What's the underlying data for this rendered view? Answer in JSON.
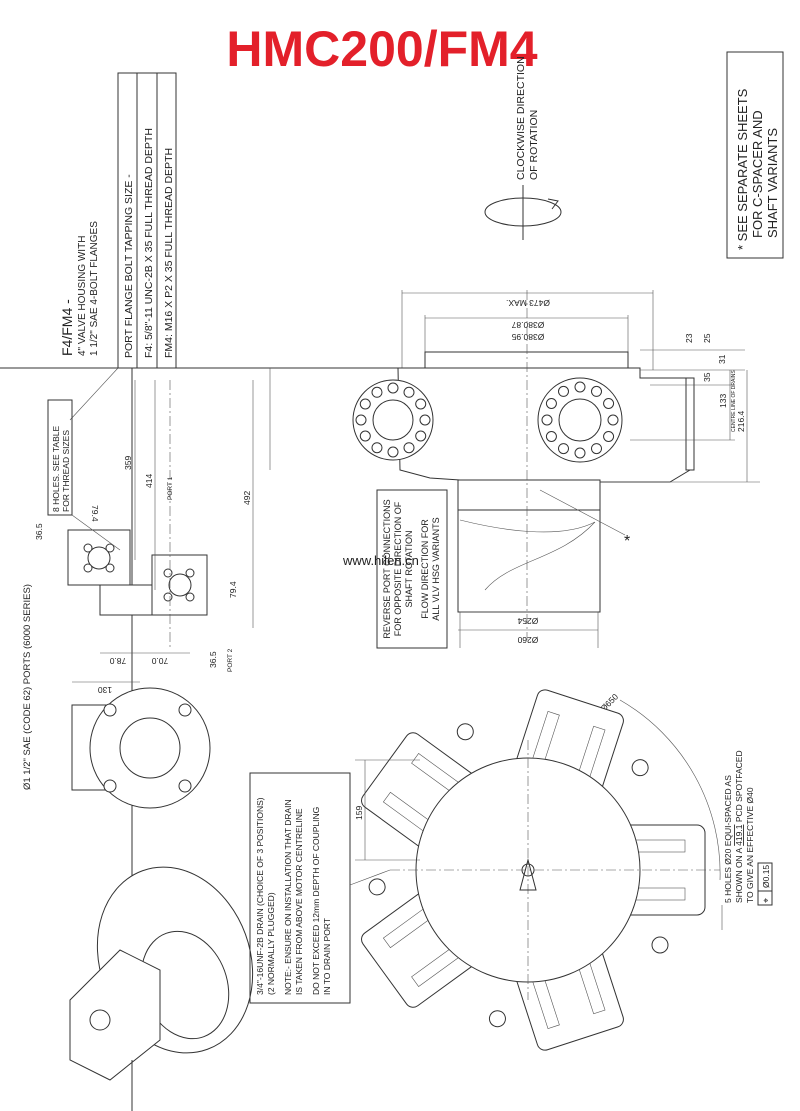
{
  "title": "HMC200/FM4",
  "colors": {
    "title": "#e3202a",
    "line": "#333333"
  },
  "housing_note": {
    "heading": "F4/FM4 -",
    "line1": "4\" VALVE HOUSING WITH",
    "line2": "1 1/2\" SAE 4-BOLT FLANGES"
  },
  "tapping_table": {
    "header": "PORT FLANGE BOLT TAPPING SIZE -",
    "rows": [
      "F4: 5/8\"-11 UNC-2B X 35 FULL THREAD DEPTH",
      "FM4: M16 X P2 X 35 FULL THREAD DEPTH"
    ]
  },
  "rotation": {
    "line1": "CLOCKWISE DIRECTION",
    "line2": "OF ROTATION"
  },
  "variants_note": {
    "line1": "* SEE SEPARATE SHEETS",
    "line2": "FOR C-SPACER AND",
    "line3": "SHAFT VARIANTS"
  },
  "top_view_dims": {
    "d473": "Ø473 MAX.",
    "d380_87": "Ø380.87",
    "d380_95": "Ø380.95",
    "d23": "23",
    "d25": "25",
    "d31": "31",
    "d35": "35",
    "d133": "133",
    "centre_drains": "CENTRE LINE OF DRAINS",
    "d216": "216.4",
    "d254": "Ø254",
    "d260": "Ø260",
    "star": "*"
  },
  "reverse_note": {
    "line1": "REVERSE PORT CONNECTIONS",
    "line2": "FOR OPPOSITE DIRECTION OF",
    "line3": "SHAFT ROTATION",
    "line4": "FLOW DIRECTION FOR",
    "line5": "ALL VLV HSG VARIANTS"
  },
  "watermark": "www.hilen.cn",
  "side_view": {
    "holes_line1": "8 HOLES. SEE TABLE",
    "holes_line2": "FOR THREAD SIZES",
    "d359": "359",
    "d414": "414",
    "d492": "492",
    "port1": "PORT 1",
    "port2": "PORT 2",
    "d36_5a": "36.5",
    "d36_5b": "36.5",
    "d79_4a": "79.4",
    "d79_4b": "79.4",
    "d78": "78.0",
    "d70": "70.0",
    "d130": "130"
  },
  "ports_label": "Ø1 1/2\" SAE (CODE 62) PORTS (6000 SERIES)",
  "drain_note": {
    "line1": "3/4\"-16UNF-2B DRAIN (CHOICE OF 3 POSITIONS)",
    "line2": "(2 NORMALLY PLUGGED)",
    "line3": "NOTE:- ENSURE ON INSTALLATION THAT DRAIN",
    "line4": "IS TAKEN FROM ABOVE MOTOR CENTRELINE",
    "line5": "DO NOT EXCEED 12mm DEPTH OF COUPLING",
    "line6": "IN TO DRAIN PORT"
  },
  "front_view": {
    "d159": "159",
    "d650": "Ø650"
  },
  "holes_note": {
    "line1": "5 HOLES Ø20 EQUI-SPACED AS",
    "line2a": "SHOWN ON A",
    "pcd": "419.1",
    "line2b": "PCD SPOTFACED",
    "line3": "TO GIVE AN EFFECTIVE Ø40",
    "tolerance_symbol": "⌖",
    "tolerance": "Ø0.15"
  }
}
